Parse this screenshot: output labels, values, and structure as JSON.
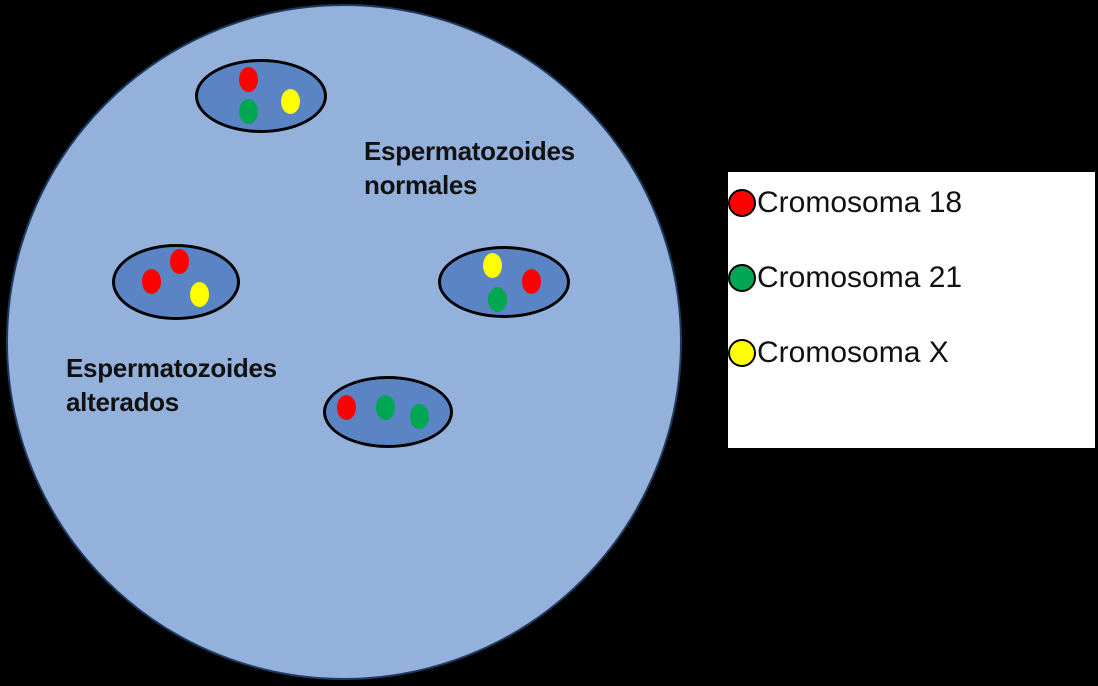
{
  "colors": {
    "background": "#000000",
    "cell_fill": "#93B1DB",
    "cell_border": "#1E3A5F",
    "sperm_fill": "#5B84C5",
    "sperm_border": "#000000",
    "legend_background": "#FFFFFF",
    "text": "#111111"
  },
  "chromosome_colors": {
    "18": "#FF0000",
    "21": "#00A651",
    "X": "#FFFF00"
  },
  "labels": {
    "normal": "Espermatozoides\nnormales",
    "altered": "Espermatozoides\nalterados"
  },
  "legend": {
    "items": [
      {
        "chromosome": "18",
        "label": "Cromosoma 18"
      },
      {
        "chromosome": "21",
        "label": "Cromosoma 21"
      },
      {
        "chromosome": "X",
        "label": "Cromosoma X"
      }
    ]
  },
  "sperm_cells": [
    {
      "position": "top",
      "type": "normal",
      "chromosomes": [
        "18",
        "21",
        "X"
      ]
    },
    {
      "position": "middle-left",
      "type": "altered",
      "chromosomes": [
        "18",
        "18",
        "X"
      ]
    },
    {
      "position": "middle-right",
      "type": "normal",
      "chromosomes": [
        "X",
        "18",
        "21"
      ]
    },
    {
      "position": "bottom-center",
      "type": "altered",
      "chromosomes": [
        "18",
        "21",
        "21"
      ]
    }
  ]
}
